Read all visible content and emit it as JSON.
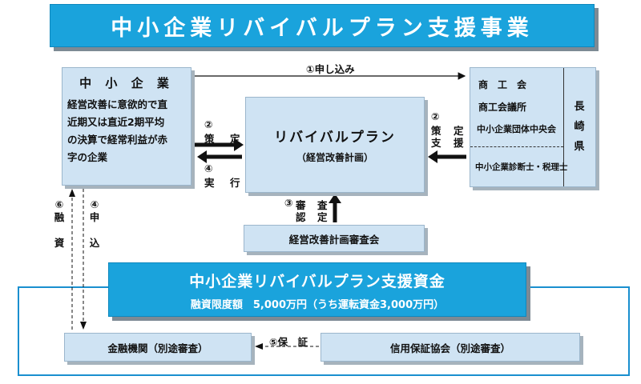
{
  "title": "中小企業リバイバルプラン支援事業",
  "sme": {
    "heading": "中 小 企 業",
    "lines": [
      "経営改善に意欲的で直",
      "近期又は直近2期平均",
      "の決算で経常利益が赤",
      "字の企業"
    ]
  },
  "plan": {
    "title": "リバイバルプラン",
    "subtitle": "（経営改善計画）"
  },
  "support_orgs": {
    "items": [
      "商　工　会",
      "商工会議所",
      "中小企業団体中央会",
      "中小企業診断士・税理士"
    ],
    "prefecture": [
      "長",
      "崎",
      "県"
    ]
  },
  "review": {
    "label": "経営改善計画審査会"
  },
  "fund": {
    "title": "中小企業リバイバルプラン支援資金",
    "subtitle": "融資限度額　5,000万円（うち運転資金3,000万円）"
  },
  "bank": {
    "label": "金融機関（別途審査）"
  },
  "guarantee": {
    "label": "信用保証協会（別途審査）"
  },
  "arrows": {
    "apply": "①申し込み",
    "formulate_num": "②",
    "formulate_a": "策",
    "formulate_b": "定",
    "execute_num": "④",
    "execute_a": "実",
    "execute_b": "行",
    "support_num": "②",
    "support_a1": "策",
    "support_a2": "支",
    "support_b1": "定",
    "support_b2": "援",
    "review_num": "③",
    "review_a1": "審",
    "review_a2": "認",
    "review_b1": "査",
    "review_b2": "定",
    "loan_num": "⑥",
    "loan_a": "融",
    "loan_b": "資",
    "apply2_num": "④",
    "apply2_a": "申",
    "apply2_b": "込",
    "guarantee_label": "⑤保　証"
  }
}
